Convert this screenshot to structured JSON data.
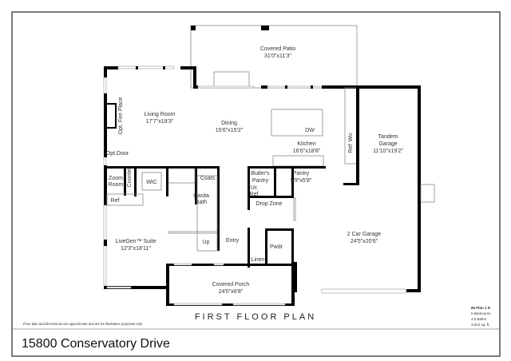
{
  "address": "15800 Conservatory Drive",
  "plan_title": "FIRST FLOOR PLAN",
  "disclaimer": "Floor plan and dimensions are approximate and are for illustrative purposes only.",
  "plan_info": {
    "name": "85 Plan 1 R",
    "bedrooms": "5 Bedrooms",
    "baths": "4.5 Baths",
    "area": "3,612 sq. ft."
  },
  "rooms": {
    "covered_patio": {
      "name": "Covered Patio",
      "dims": "31'0\"x11'3\""
    },
    "living_room": {
      "name": "Living Room",
      "dims": "17'7\"x19'3\""
    },
    "dining": {
      "name": "Dining",
      "dims": "15'6\"x15'2\""
    },
    "kitchen": {
      "name": "Kitchen",
      "dims": "16'6\"x18'8\""
    },
    "tandem_garage": {
      "name1": "Tandem",
      "name2": "Garage",
      "dims": "11'10\"x19'2\""
    },
    "pantry": {
      "name": "Pantry",
      "dims": "9'9\"x5'8\""
    },
    "butlers_pantry": {
      "name1": "Butler's",
      "name2": "Pantry"
    },
    "livegen_suite": {
      "name": "LiveGen™ Suite",
      "dims": "12'3\"x18'11\""
    },
    "two_car_garage": {
      "name": "2 Car Garage",
      "dims": "24'5\"x20'6\""
    },
    "covered_porch": {
      "name": "Covered Porch",
      "dims": "24'0\"x6'8\""
    },
    "casita_bath": {
      "name1": "Casita",
      "name2": "Bath"
    },
    "zoom_room": {
      "name1": "Zoom",
      "name2": "Room"
    }
  },
  "labels": {
    "dw": "DW",
    "fireplace": "Opt. Fire Place",
    "opt_door": "Opt.Door",
    "ref_kitchen": "Ref",
    "wo": "Wo",
    "uc": "Uc",
    "uc_ref": "Ref",
    "drop_zone": "Drop Zone",
    "counter": "Counter",
    "wic": "WIC",
    "ref_suite": "Ref",
    "coats": "Coats",
    "up": "Up",
    "entry": "Entry",
    "pwdr": "Pwdr",
    "linen": "Linen"
  }
}
